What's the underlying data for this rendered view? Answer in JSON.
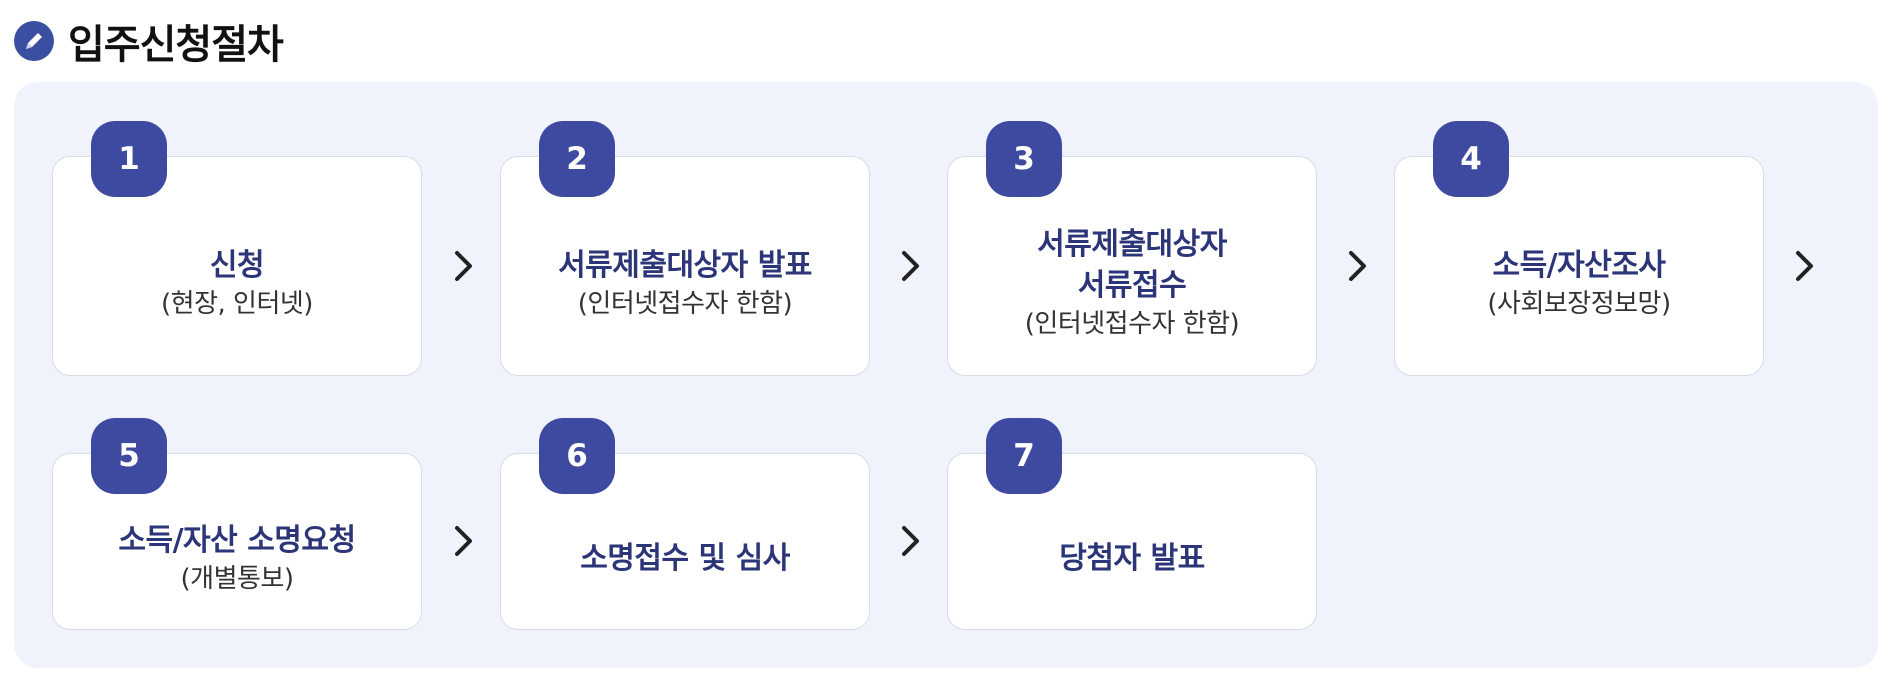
{
  "heading": {
    "title": "입주신청절차",
    "icon": "pencil-circle-icon"
  },
  "colors": {
    "accent": "#3d4aa0",
    "panel_background": "#f0f3fb",
    "title_text": "#2b3578"
  },
  "steps": [
    {
      "number": "1",
      "title": "신청",
      "subtitle": "(현장, 인터넷)"
    },
    {
      "number": "2",
      "title": "서류제출대상자 발표",
      "subtitle": "(인터넷접수자 한함)"
    },
    {
      "number": "3",
      "title": "서류제출대상자\n서류접수",
      "subtitle": "(인터넷접수자 한함)"
    },
    {
      "number": "4",
      "title": "소득/자산조사",
      "subtitle": "(사회보장정보망)"
    },
    {
      "number": "5",
      "title": "소득/자산 소명요청",
      "subtitle": "(개별통보)"
    },
    {
      "number": "6",
      "title": "소명접수 및 심사",
      "subtitle": ""
    },
    {
      "number": "7",
      "title": "당첨자 발표",
      "subtitle": ""
    }
  ],
  "arrow_icon": "chevron-right-icon"
}
